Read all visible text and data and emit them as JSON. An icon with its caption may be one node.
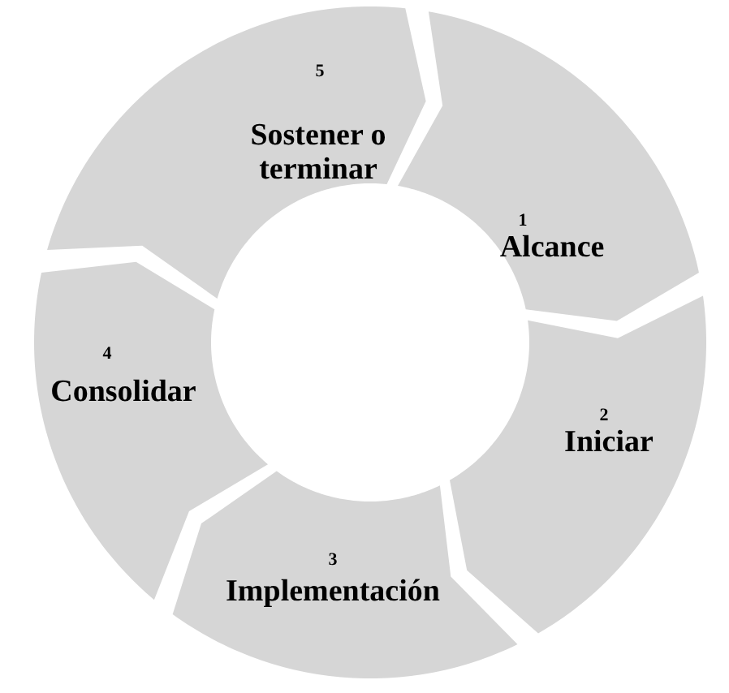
{
  "diagram": {
    "nodes": [
      {
        "text": [
          "1",
          "Alcance"
        ]
      },
      {
        "text": [
          "2",
          "Iniciar"
        ]
      },
      {
        "text": [
          "3",
          "Implementación"
        ]
      },
      {
        "text": [
          "4",
          "Consolidar"
        ]
      },
      {
        "text": [
          "5",
          "Sostener o terminar"
        ]
      }
    ]
  }
}
